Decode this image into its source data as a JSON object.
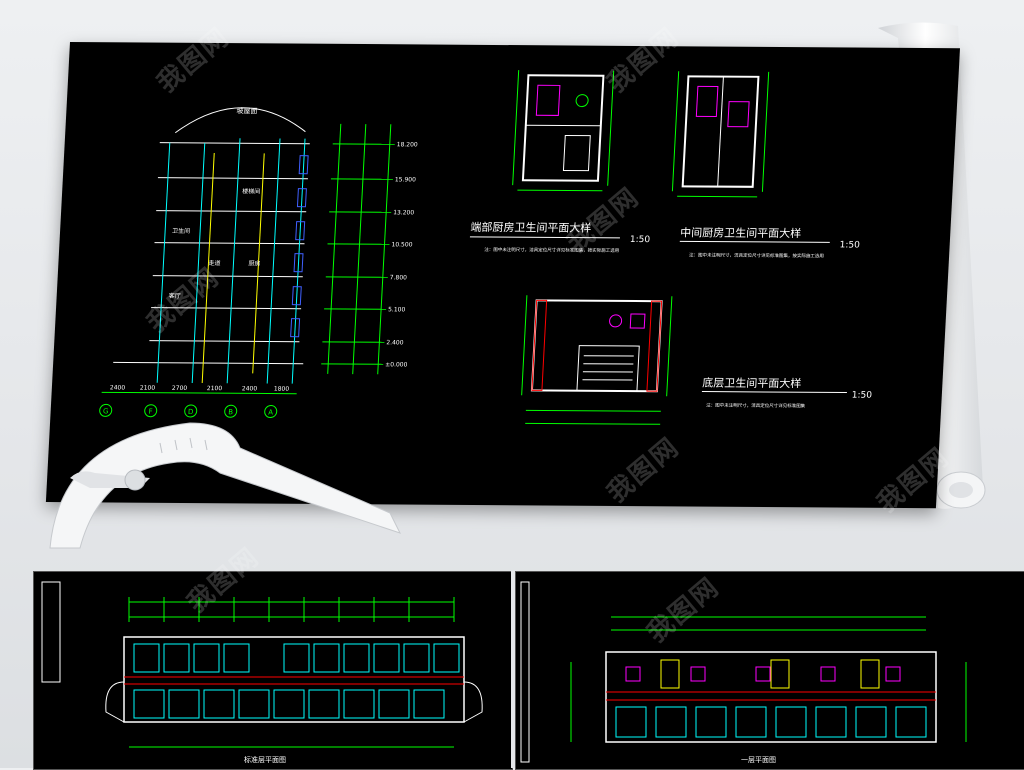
{
  "sheet": {
    "section": {
      "roof_label": "坡屋面",
      "axis_labels": [
        "G",
        "F",
        "D",
        "B",
        "A"
      ],
      "bay_dims": [
        "2400",
        "2100",
        "2700",
        "2100",
        "2400",
        "1800"
      ],
      "level_marks": [
        "18.200",
        "15.900",
        "13.200",
        "10.500",
        "7.800",
        "5.100",
        "2.400",
        "±0.000"
      ],
      "room_labels": [
        "卫生间",
        "楼梯间",
        "走道",
        "厨房",
        "客厅"
      ]
    },
    "detail_end": {
      "title": "端部厨房卫生间平面大样",
      "scale": "1:50",
      "note": "注：图中未注明尺寸，洁具定位尺寸详见标准图集，按实际施工选用"
    },
    "detail_mid": {
      "title": "中间厨房卫生间平面大样",
      "scale": "1:50",
      "note": "注：图中未注明尺寸，洁具定位尺寸详见标准图集，按实际施工选用"
    },
    "detail_base": {
      "title": "底层卫生间平面大样",
      "scale": "1:50",
      "note": "注：图中未注明尺寸，洁具定位尺寸详见标准图集"
    }
  },
  "panels": {
    "left": {
      "caption": "标准层平面图"
    },
    "right": {
      "caption": "一层平面图"
    }
  },
  "watermark": "我图网",
  "colors": {
    "sheet_bg": "#000000",
    "line_white": "#ffffff",
    "line_green": "#00ff00",
    "line_yellow": "#ffff00",
    "line_cyan": "#00ffff",
    "line_magenta": "#ff00ff",
    "line_red": "#ff0000"
  },
  "icons": [
    "protractor-icon",
    "paper-roll-icon"
  ]
}
